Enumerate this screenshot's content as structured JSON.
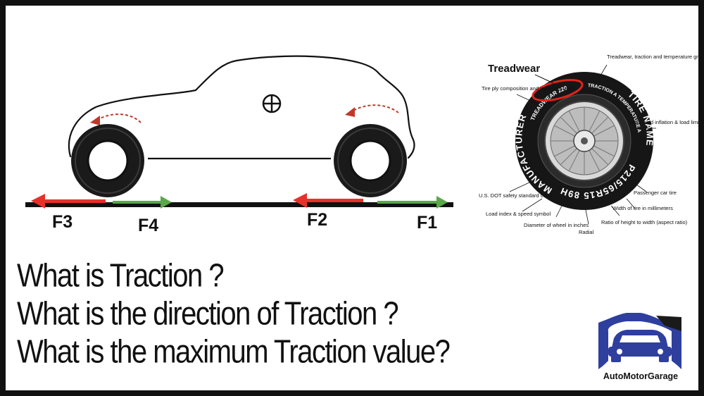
{
  "colors": {
    "frame": "#111111",
    "traction_red": "#e8302a",
    "traction_green": "#5aa84a",
    "logo_blue": "#2e3f9e",
    "tire_black": "#1a1a1a"
  },
  "forces": {
    "f1": "F1",
    "f2": "F2",
    "f3": "F3",
    "f4": "F4"
  },
  "tire_diagram": {
    "title": "Treadwear",
    "sidewall": {
      "treadwear": "TREADWEAR 220",
      "traction": "TRACTION A  TEMPERATURE A",
      "manufacturer": "MANUFACTURER",
      "tire_name": "TIRE NAME",
      "size": "P215/65R15 89H"
    },
    "labels": {
      "grades": "Treadwear, traction and temperature grades",
      "ply": "Tire ply composition and materials used",
      "inflation": "Max. cold inflation & load limit",
      "dot": "U.S. DOT safety standard code",
      "passenger": "Passenger car tire",
      "load_speed": "Load index & speed symbol",
      "width": "Width of tire in millimeters",
      "diameter": "Diameter of wheel in inches",
      "radial": "Radial",
      "ratio": "Ratio of height to width (aspect ratio)"
    }
  },
  "questions": [
    "What is Traction ?",
    "What is the direction of Traction ?",
    "What is the maximum Traction value?"
  ],
  "logo": {
    "brand": "AutoMotorGarage"
  }
}
